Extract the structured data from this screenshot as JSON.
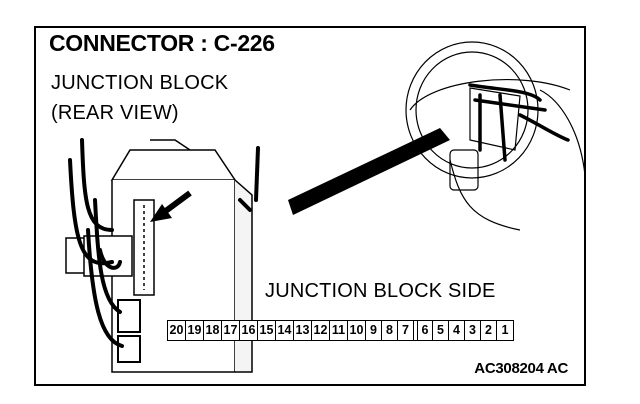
{
  "title": "CONNECTOR : C-226",
  "label_block_line1": "JUNCTION BLOCK",
  "label_block_line2": "(REAR VIEW)",
  "label_side": "JUNCTION BLOCK SIDE",
  "figure_code": "AC308204 AC",
  "pins_left": [
    "20",
    "19",
    "18",
    "17",
    "16",
    "15",
    "14",
    "13",
    "12",
    "11",
    "10",
    "9",
    "8",
    "7"
  ],
  "pins_right": [
    "6",
    "5",
    "4",
    "3",
    "2",
    "1"
  ]
}
